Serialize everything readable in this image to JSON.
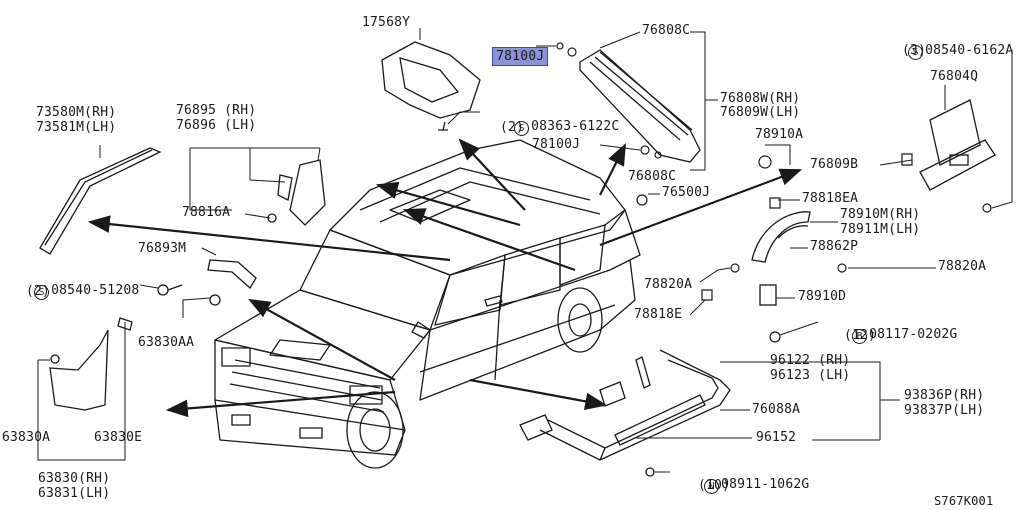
{
  "diagram_id": "S767K001",
  "highlighted_part": "78100J",
  "labels": {
    "p17568Y": "17568Y",
    "p78100J_top": "78100J",
    "p76808C_top": "76808C",
    "p08363": {
      "prefix": "S",
      "number": "08363-6122C",
      "qty": "(2)"
    },
    "p76808W": "76808W(RH)",
    "p76809W": "76809W(LH)",
    "p78100J_mid": "78100J",
    "p76808C_mid": "76808C",
    "p76500J": "76500J",
    "p08540_6162A": {
      "prefix": "S",
      "number": "08540-6162A",
      "qty": "(3)"
    },
    "p76804Q": "76804Q",
    "p78910A": "78910A",
    "p76809B": "76809B",
    "p78818EA": "78818EA",
    "p78910M": "78910M(RH)",
    "p78911M": "78911M(LH)",
    "p78862P": "78862P",
    "p78820A_right": "78820A",
    "p78820A_left": "78820A",
    "p78910D": "78910D",
    "p78818E": "78818E",
    "p08117": {
      "prefix": "B",
      "number": "08117-0202G",
      "qty": "(12)"
    },
    "p96122": "96122 (RH)",
    "p96123": "96123 (LH)",
    "p93836P": "93836P(RH)",
    "p93837P": "93837P(LH)",
    "p76088A": "76088A",
    "p96152": "96152",
    "p08911": {
      "prefix": "N",
      "number": "08911-1062G",
      "qty": "(10)"
    },
    "p73580M": "73580M(RH)",
    "p73581M": "73581M(LH)",
    "p76895": "76895 (RH)",
    "p76896": "76896 (LH)",
    "p78816A": "78816A",
    "p76893M": "76893M",
    "p08540_51208": {
      "prefix": "S",
      "number": "08540-51208",
      "qty": "(2)"
    },
    "p63830AA": "63830AA",
    "p63830A": "63830A",
    "p63830E": "63830E",
    "p63830RH": "63830(RH)",
    "p63831LH": "63831(LH)"
  },
  "colors": {
    "line": "#1a1a1a",
    "highlight": "#8a94d6",
    "highlight_border": "#3a4aa8"
  }
}
